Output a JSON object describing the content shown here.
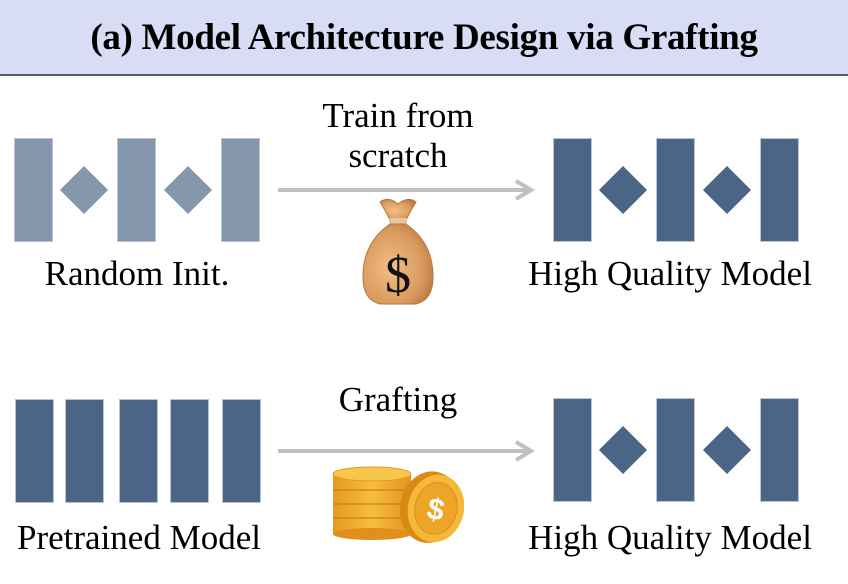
{
  "header": {
    "title": "(a) Model Architecture Design via Grafting",
    "background": "#d8dcf4"
  },
  "colors": {
    "random_init_block": "#8597ad",
    "trained_block": "#4a6585",
    "arrow": "#c0c0c0",
    "money_bag": "#d99a5e",
    "coins": "#f2b535"
  },
  "rows": [
    {
      "source_label": "Random Init.",
      "source_structure": [
        "block",
        "operator",
        "block",
        "operator",
        "block"
      ],
      "process_label_line1": "Train from",
      "process_label_line2": "scratch",
      "cost_icon": "money-bag-icon",
      "cost_symbol": "$",
      "target_label": "High Quality Model",
      "target_structure": [
        "block",
        "operator",
        "block",
        "operator",
        "block"
      ]
    },
    {
      "source_label": "Pretrained Model",
      "source_structure": [
        "block",
        "block",
        "block",
        "block",
        "block"
      ],
      "process_label": "Grafting",
      "cost_icon": "coin-stack-icon",
      "cost_symbol": "$",
      "target_label": "High Quality Model",
      "target_structure": [
        "block",
        "operator",
        "block",
        "operator",
        "block"
      ]
    }
  ]
}
